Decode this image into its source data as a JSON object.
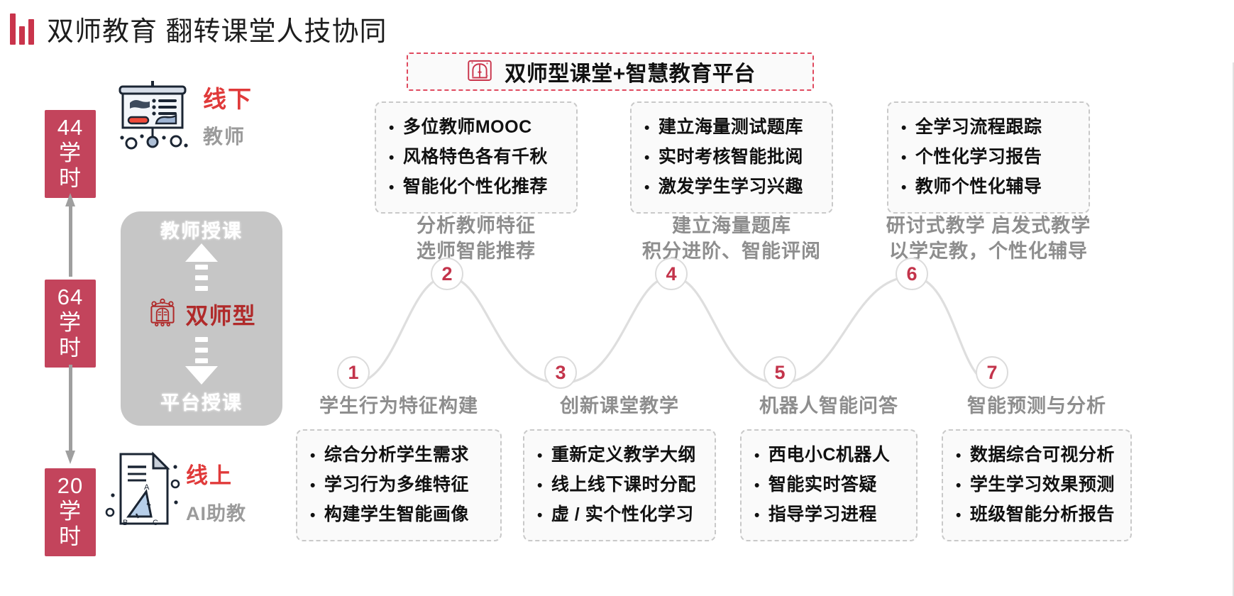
{
  "header": {
    "logo": "bar-chart-logo",
    "title": "双师教育 翻转课堂人技协同"
  },
  "banner": {
    "icon": "book-ai-icon",
    "title": "双师型课堂+智慧教育平台",
    "border_color": "#e04a5f"
  },
  "left_column": {
    "badge_color": "#c3445c",
    "badges": [
      {
        "hours": "44",
        "unit_line1": "学",
        "unit_line2": "时",
        "text": "44\n学\n时"
      },
      {
        "hours": "64",
        "unit_line1": "学",
        "unit_line2": "时",
        "text": "64\n学\n时"
      },
      {
        "hours": "20",
        "unit_line1": "学",
        "unit_line2": "时",
        "text": "20\n学\n时"
      }
    ],
    "offline": {
      "icon": "whiteboard-icon",
      "title": "线下",
      "subtitle": "教师",
      "title_color": "#e03a3a"
    },
    "online": {
      "icon": "document-geometry-icon",
      "title": "线上",
      "subtitle": "AI助教",
      "title_color": "#e03a3a"
    },
    "mode_panel": {
      "top_label": "教师授课",
      "center_icon": "dual-teacher-icon",
      "center_label": "双师型",
      "bottom_label": "平台授课",
      "panel_color": "#c6c6c6",
      "center_label_color": "#b02a2a"
    }
  },
  "top_boxes": [
    {
      "items": [
        "多位教师MOOC",
        "风格特色各有千秋",
        "智能化个性化推荐"
      ]
    },
    {
      "items": [
        "建立海量测试题库",
        "实时考核智能批阅",
        "激发学生学习兴趣"
      ]
    },
    {
      "items": [
        "全学习流程跟踪",
        "个性化学习报告",
        "教师个性化辅导"
      ]
    }
  ],
  "bottom_boxes": [
    {
      "items": [
        "综合分析学生需求",
        "学习行为多维特征",
        "构建学生智能画像"
      ]
    },
    {
      "items": [
        "重新定义教学大纲",
        "线上线下课时分配",
        "虚 / 实个性化学习"
      ]
    },
    {
      "items": [
        "西电小C机器人",
        "智能实时答疑",
        "指导学习进程"
      ]
    },
    {
      "items": [
        "数据综合可视分析",
        "学生学习效果预测",
        "班级智能分析报告"
      ]
    }
  ],
  "captions_top": [
    {
      "line1": "分析教师特征",
      "line2": "选师智能推荐"
    },
    {
      "line1": "建立海量题库",
      "line2": "积分进阶、智能评阅"
    },
    {
      "line1": "研讨式教学 启发式教学",
      "line2": "以学定教，个性化辅导"
    }
  ],
  "captions_bottom": [
    {
      "line1": "学生行为特征构建"
    },
    {
      "line1": "创新课堂教学"
    },
    {
      "line1": "机器人智能问答"
    },
    {
      "line1": "智能预测与分析"
    }
  ],
  "nodes": [
    {
      "number": "1"
    },
    {
      "number": "2"
    },
    {
      "number": "3"
    },
    {
      "number": "4"
    },
    {
      "number": "5"
    },
    {
      "number": "6"
    },
    {
      "number": "7"
    }
  ],
  "colors": {
    "accent_red": "#c3344b",
    "bright_red": "#e03a3a",
    "gray_text": "#8e8e8e",
    "panel_gray": "#c6c6c6",
    "box_border": "#c9c9c9"
  }
}
